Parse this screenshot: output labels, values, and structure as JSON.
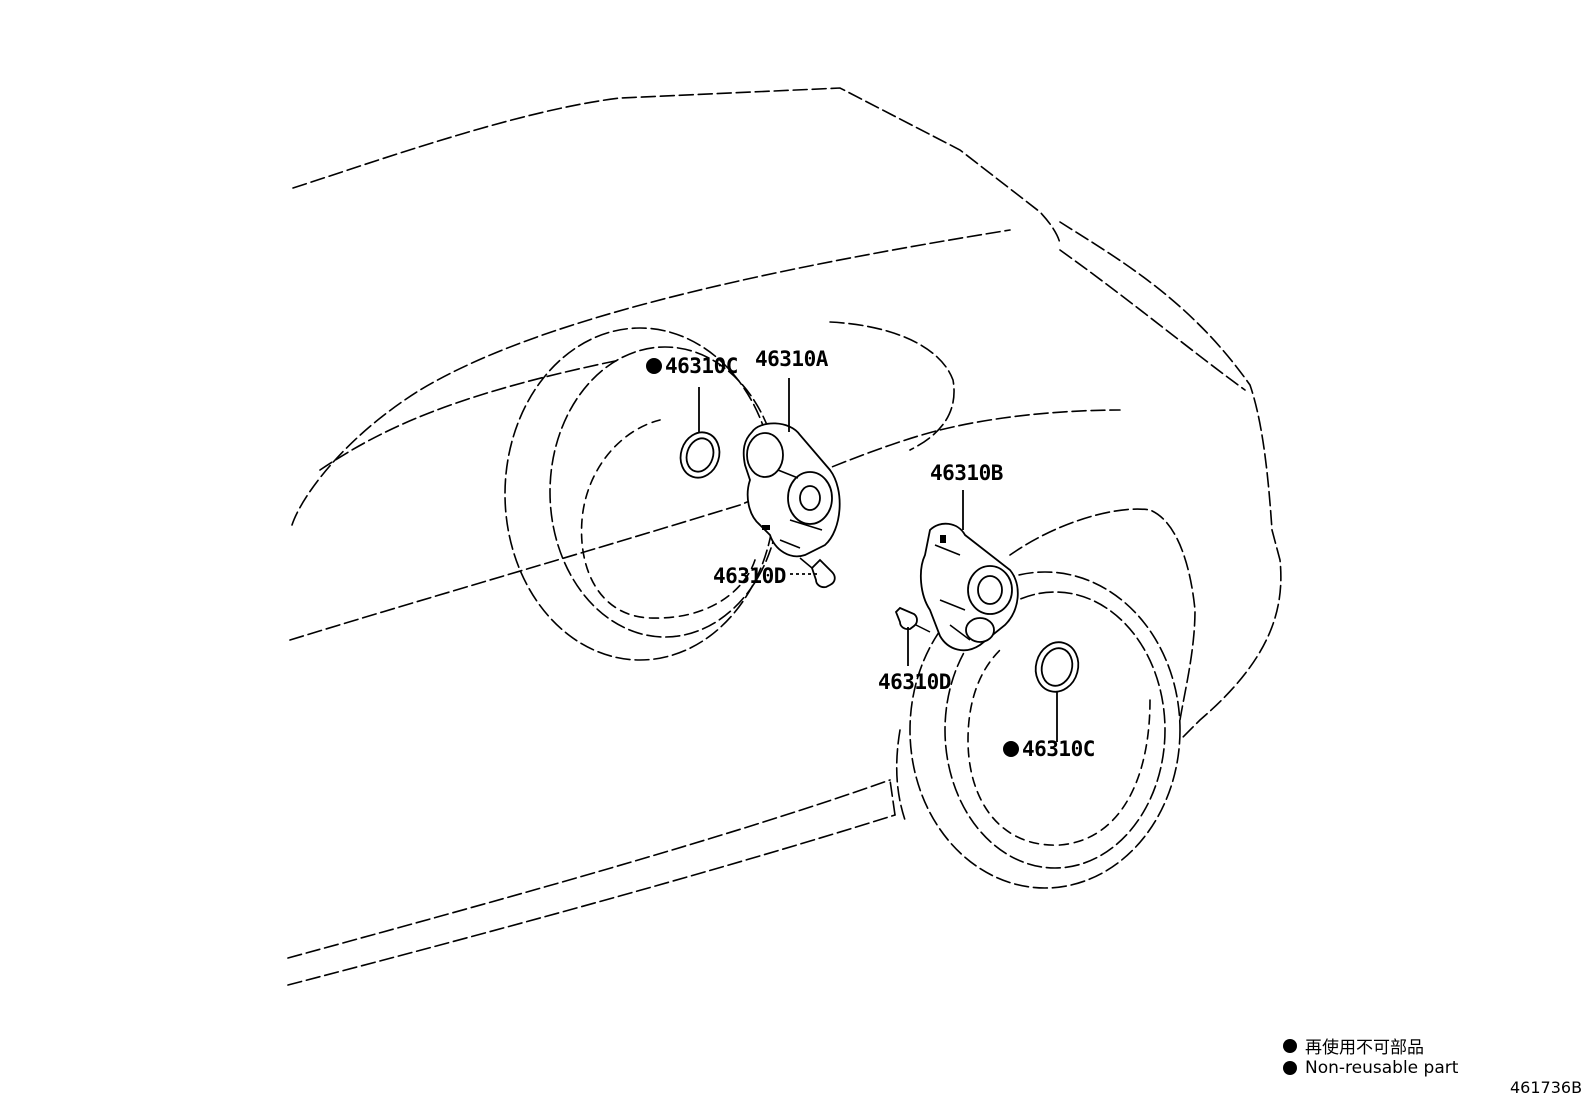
{
  "callouts": {
    "a": "46310A",
    "b": "46310B",
    "c_left": "46310C",
    "c_right": "46310C",
    "d_left": "46310D",
    "d_right": "46310D"
  },
  "legend": {
    "non_reusable_ja": "再使用不可部品",
    "non_reusable_en": "Non-reusable part"
  },
  "diagram_code": "461736B"
}
